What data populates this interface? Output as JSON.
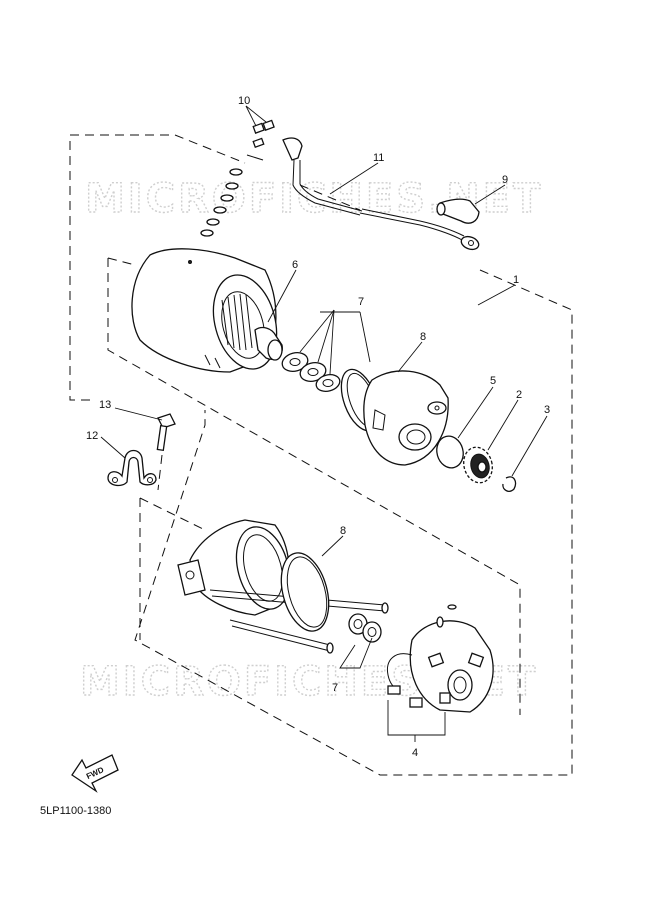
{
  "watermarks": [
    "MICROFICHES.NET",
    "MICROFICHES.NET"
  ],
  "callouts": [
    "10",
    "11",
    "9",
    "1",
    "6",
    "7",
    "8",
    "5",
    "2",
    "3",
    "13",
    "12",
    "8",
    "7",
    "4"
  ],
  "fwd_label": "FWD",
  "diagram_code": "5LP1100-1380"
}
